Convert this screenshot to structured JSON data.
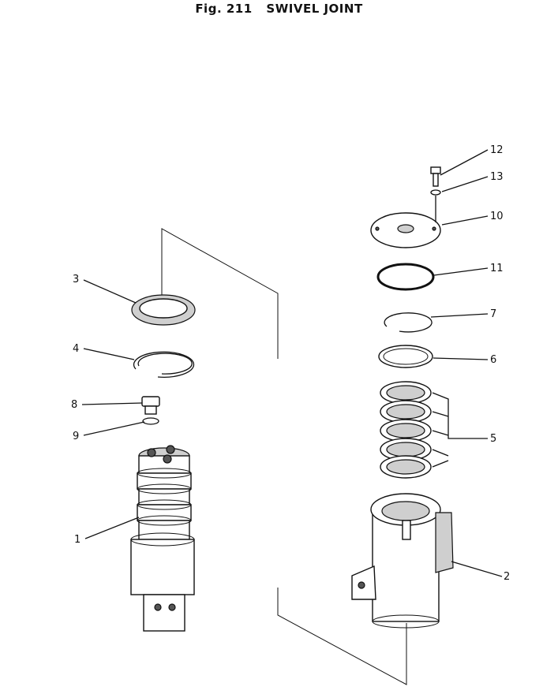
{
  "figure": {
    "fig_label": "Fig. 211",
    "title": "SWIVEL JOINT"
  },
  "callouts": {
    "c1": "1",
    "c2": "2",
    "c3": "3",
    "c4": "4",
    "c5": "5",
    "c6": "6",
    "c7": "7",
    "c8": "8",
    "c9": "9",
    "c10": "10",
    "c11": "11",
    "c12": "12",
    "c13": "13"
  },
  "colors": {
    "ink": "#111111",
    "paper": "#ffffff",
    "shade": "#cfcfcf"
  }
}
